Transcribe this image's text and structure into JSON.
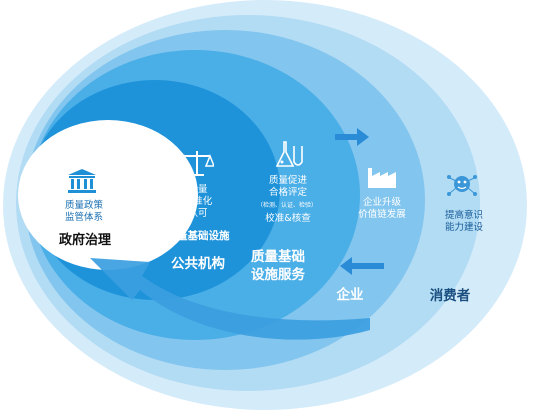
{
  "colors": {
    "outer_ring": "#d4ebfa",
    "ring_consumer": "#a9d6f3",
    "ring_enterprise": "#7cc2ee",
    "ring_service": "#3ea8e5",
    "ring_institution": "#1d8fd6",
    "core": "#ffffff",
    "arrow": "#2a8bd6"
  },
  "core": {
    "policy": "质量政策\n监管体系",
    "title": "政府治理"
  },
  "institution": {
    "metrology": "计量\n标准化\n认可",
    "infra": "质量基础设施",
    "title": "公共机构"
  },
  "service": {
    "assessment": "质量促进\n合格评定",
    "assessment_detail": "（检测、认证、检验）",
    "calibration": "校准&核查",
    "title": "质量基础\n设施服务"
  },
  "enterprise": {
    "upgrade": "企业升级\n价值链发展",
    "title": "企业"
  },
  "consumer": {
    "awareness": "提高意识\n能力建设",
    "title": "消费者"
  },
  "icons": [
    "government-building-icon",
    "balance-scale-icon",
    "lab-flask-icon",
    "factory-icon",
    "people-network-icon",
    "right-arrow-icon",
    "left-arrow-icon",
    "feedback-curve-arrow-icon"
  ]
}
